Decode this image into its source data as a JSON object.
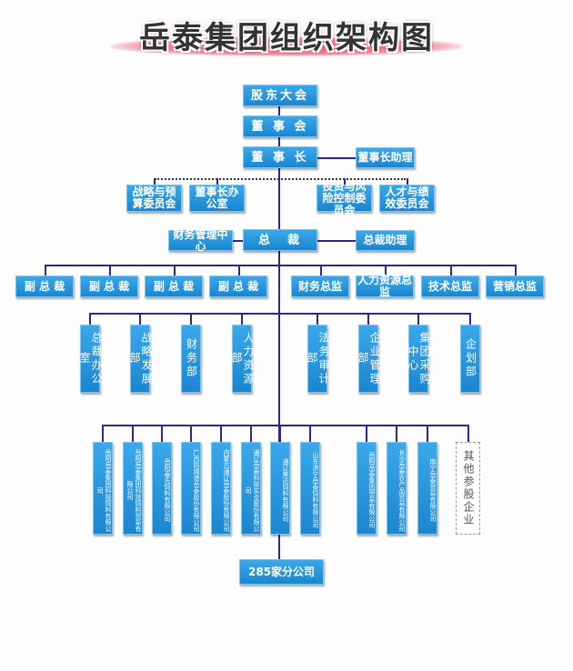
{
  "title": "岳泰集团组织架构图",
  "top": {
    "shareholders": "股东大会",
    "board": "董 事 会",
    "chairman": "董 事 长",
    "chairman_assistant": "董事长助理"
  },
  "committees": [
    "战略与预算委员会",
    "董事长办公室",
    "投资与风险控制委员会",
    "人才与绩效委员会"
  ],
  "ceo_row": {
    "finance_center": "财务管理中心",
    "ceo": "总　裁",
    "ceo_assistant": "总裁助理"
  },
  "executives": [
    "副 总 裁",
    "副 总 裁",
    "副 总 裁",
    "副 总 裁",
    "财务总监",
    "人力资源总监",
    "技术总监",
    "营销总监"
  ],
  "departments": [
    "总裁办公室",
    "战略发展部",
    "财务部",
    "人力资源部",
    "法务审计部",
    "企业管理部",
    "集团采购中心",
    "企划部"
  ],
  "companies": [
    "岳阳岳泰集团科技饲料有限公司",
    "岳阳岳泰集团科技饲料贸易有限公司",
    "岳阳泰氏饲料有限公司",
    "广西防城港岳泰股份有限公司",
    "内蒙古通辽岳泰股份有限公司",
    "通辽岳泰科技实业股份有限公司",
    "通辽美达饲料有限公司",
    "山东济宁岳泰饲料有限公司",
    "岳阳岳泰集团贸易有限公司",
    "长沙岳泰农产品贸易有限公司",
    "南宁岳泰贸易有限公司",
    "其他参股企业"
  ],
  "branches": "285家分公司",
  "colors": {
    "box": "#1f8fd8",
    "line": "#2a2a8c",
    "brush": "#e8556f"
  }
}
